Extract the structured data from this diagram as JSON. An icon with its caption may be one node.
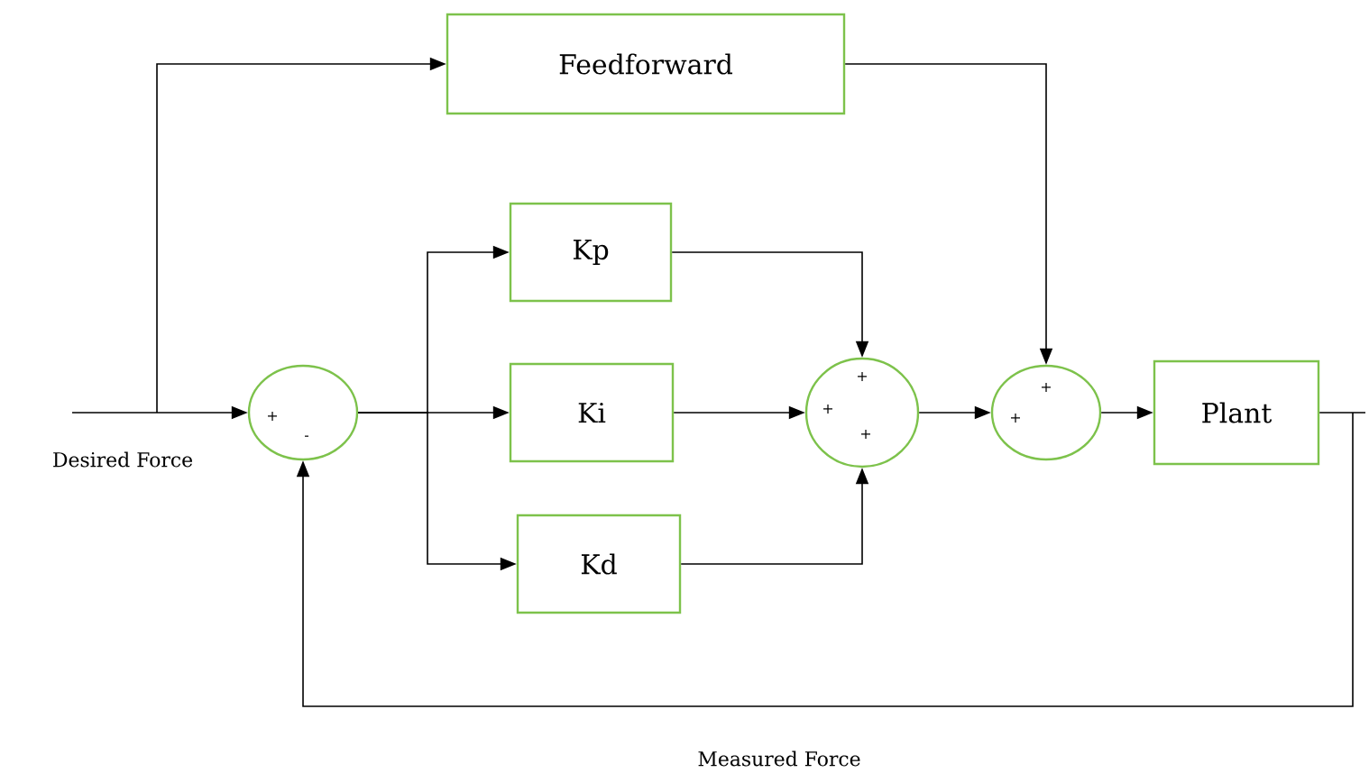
{
  "diagram": {
    "nodes": [
      {
        "text": [
          "Feedforward"
        ]
      },
      {
        "text": [
          "Kp"
        ]
      },
      {
        "text": [
          "Ki"
        ]
      },
      {
        "text": [
          "Kd"
        ]
      },
      {
        "text": [
          "+",
          "-"
        ]
      },
      {
        "text": [
          "+",
          "+",
          "+"
        ]
      },
      {
        "text": [
          "+",
          "+"
        ]
      },
      {
        "text": [
          "Plant"
        ]
      }
    ],
    "edges": [
      {
        "from": null,
        "to": 4,
        "arrow": "to",
        "label": "Desired Force"
      },
      {
        "from": null,
        "to": 0,
        "arrow": "to"
      },
      {
        "from": 0,
        "to": 6,
        "arrow": "to"
      },
      {
        "from": 4,
        "to": 1,
        "arrow": "to"
      },
      {
        "from": 4,
        "to": 2,
        "arrow": "to"
      },
      {
        "from": 4,
        "to": 3,
        "arrow": "to"
      },
      {
        "from": 1,
        "to": 5,
        "arrow": "to"
      },
      {
        "from": 2,
        "to": 5,
        "arrow": "to"
      },
      {
        "from": 3,
        "to": 5,
        "arrow": "to"
      },
      {
        "from": 5,
        "to": 6,
        "arrow": "to"
      },
      {
        "from": 6,
        "to": 7,
        "arrow": "to"
      },
      {
        "from": 7,
        "to": 4,
        "arrow": "to",
        "label": "Measured Force"
      }
    ]
  }
}
